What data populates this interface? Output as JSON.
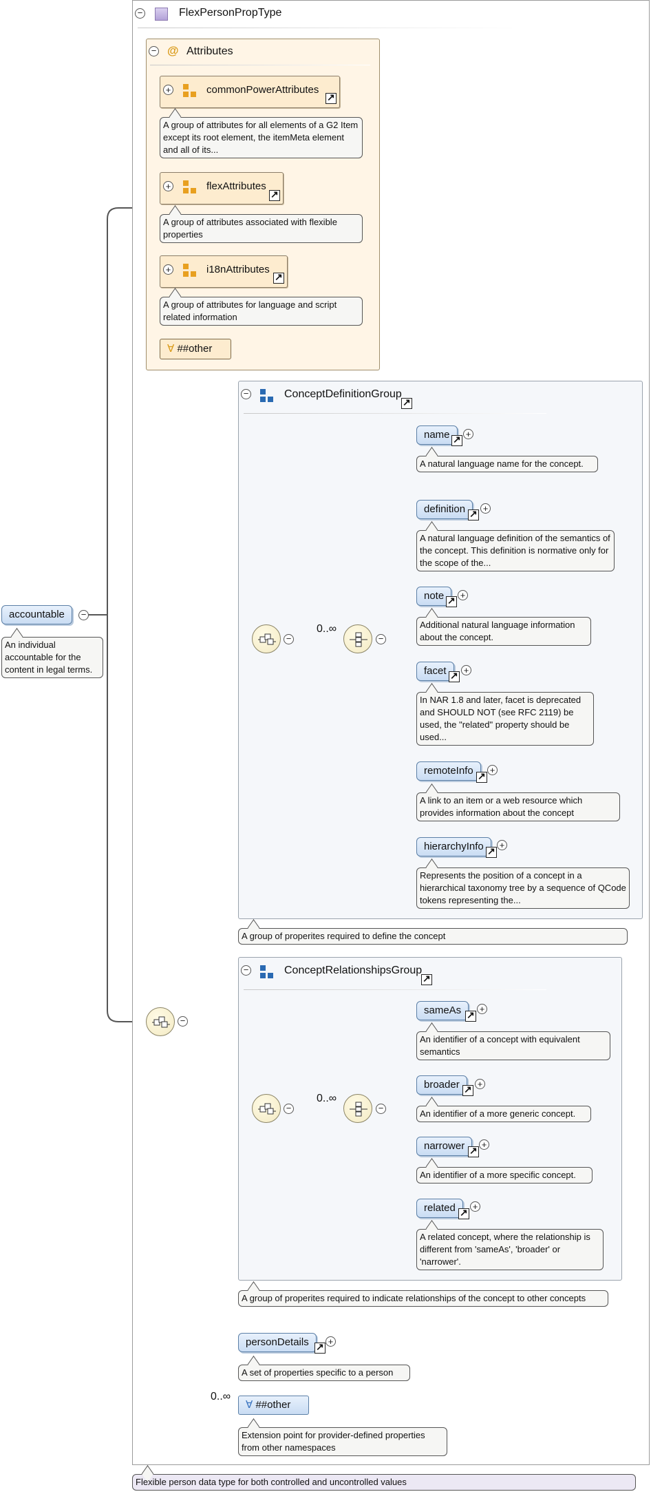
{
  "type_name": "FlexPersonPropType",
  "type_doc": "Flexible person data type for both controlled and uncontrolled values",
  "root": {
    "name": "accountable",
    "doc": "An individual accountable for the content in legal terms."
  },
  "attributes": {
    "title": "Attributes",
    "groups": [
      {
        "name": "commonPowerAttributes",
        "doc": "A group of attributes for all elements of a G2 Item except its root element, the itemMeta element and all of its..."
      },
      {
        "name": "flexAttributes",
        "doc": "A group of attributes associated with flexible properties"
      },
      {
        "name": "i18nAttributes",
        "doc": "A group of attributes for language and script related information"
      }
    ],
    "other": "##other"
  },
  "concept_definition_group": {
    "title": "ConceptDefinitionGroup",
    "cardinality": "0..∞",
    "doc": "A group of properites required to define the concept",
    "elements": [
      {
        "name": "name",
        "doc": "A natural language name for the concept."
      },
      {
        "name": "definition",
        "doc": "A natural language definition of the semantics of the concept. This definition is normative only for the scope of the..."
      },
      {
        "name": "note",
        "doc": "Additional natural language information about the concept."
      },
      {
        "name": "facet",
        "doc": "In NAR 1.8 and later, facet is deprecated and SHOULD NOT (see RFC 2119) be used, the \"related\" property should be used..."
      },
      {
        "name": "remoteInfo",
        "doc": "A link to an item or a web resource which provides information about the concept"
      },
      {
        "name": "hierarchyInfo",
        "doc": "Represents the position of a concept in a hierarchical taxonomy tree by a sequence of QCode tokens representing the..."
      }
    ]
  },
  "concept_relationships_group": {
    "title": "ConceptRelationshipsGroup",
    "cardinality": "0..∞",
    "doc": "A group of properites required to indicate relationships of the concept to other concepts",
    "elements": [
      {
        "name": "sameAs",
        "doc": "An identifier of a concept with equivalent semantics"
      },
      {
        "name": "broader",
        "doc": "An identifier of a more generic concept."
      },
      {
        "name": "narrower",
        "doc": "An identifier of a more specific concept."
      },
      {
        "name": "related",
        "doc": "A related concept, where the relationship is different from 'sameAs', 'broader' or 'narrower'."
      }
    ]
  },
  "person_details": {
    "name": "personDetails",
    "doc": "A set of properties specific to a person"
  },
  "any_other": {
    "cardinality": "0..∞",
    "name": "##other",
    "doc": "Extension point for provider-defined properties from other namespaces"
  },
  "colors": {
    "element_fill": "#c9dcf3",
    "attribute_fill": "#fff5e6",
    "group_fill": "#f5f7fa"
  }
}
